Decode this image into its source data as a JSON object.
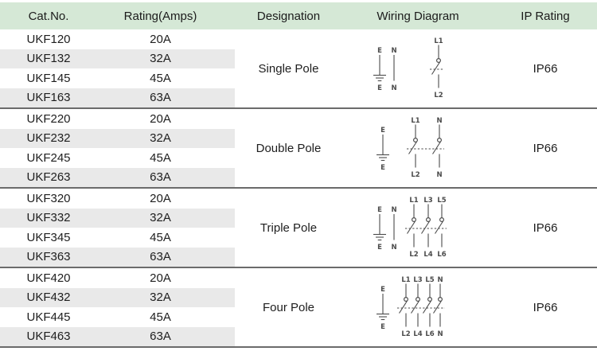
{
  "colors": {
    "header_bg": "#d5e8d6",
    "stripe": "#e9e9e9",
    "divider": "#6b6b6b",
    "text": "#1e1e1e",
    "diagram_stroke": "#4a4a4a"
  },
  "table": {
    "headers": {
      "cat": "Cat.No.",
      "rating": "Rating(Amps)",
      "designation": "Designation",
      "wiring": "Wiring Diagram",
      "ip": "IP Rating"
    },
    "groups": [
      {
        "designation": "Single Pole",
        "ip": "IP66",
        "rows": [
          {
            "cat": "UKF120",
            "rating": "20A"
          },
          {
            "cat": "UKF132",
            "rating": "32A"
          },
          {
            "cat": "UKF145",
            "rating": "45A"
          },
          {
            "cat": "UKF163",
            "rating": "63A"
          }
        ],
        "wiring": {
          "earth": {
            "top": "E",
            "bottom": "E"
          },
          "neutral": {
            "present": true,
            "top": "N",
            "bottom": "N"
          },
          "switches": [
            {
              "top": "L1",
              "bottom": "L2"
            }
          ]
        }
      },
      {
        "designation": "Double Pole",
        "ip": "IP66",
        "rows": [
          {
            "cat": "UKF220",
            "rating": "20A"
          },
          {
            "cat": "UKF232",
            "rating": "32A"
          },
          {
            "cat": "UKF245",
            "rating": "45A"
          },
          {
            "cat": "UKF263",
            "rating": "63A"
          }
        ],
        "wiring": {
          "earth": {
            "top": "E",
            "bottom": "E"
          },
          "neutral": {
            "present": false,
            "top": "",
            "bottom": ""
          },
          "switches": [
            {
              "top": "L1",
              "bottom": "L2"
            },
            {
              "top": "N",
              "bottom": "N"
            }
          ]
        }
      },
      {
        "designation": "Triple Pole",
        "ip": "IP66",
        "rows": [
          {
            "cat": "UKF320",
            "rating": "20A"
          },
          {
            "cat": "UKF332",
            "rating": "32A"
          },
          {
            "cat": "UKF345",
            "rating": "45A"
          },
          {
            "cat": "UKF363",
            "rating": "63A"
          }
        ],
        "wiring": {
          "earth": {
            "top": "E",
            "bottom": "E"
          },
          "neutral": {
            "present": true,
            "top": "N",
            "bottom": "N"
          },
          "switches": [
            {
              "top": "L1",
              "bottom": "L2"
            },
            {
              "top": "L3",
              "bottom": "L4"
            },
            {
              "top": "L5",
              "bottom": "L6"
            }
          ]
        }
      },
      {
        "designation": "Four Pole",
        "ip": "IP66",
        "rows": [
          {
            "cat": "UKF420",
            "rating": "20A"
          },
          {
            "cat": "UKF432",
            "rating": "32A"
          },
          {
            "cat": "UKF445",
            "rating": "45A"
          },
          {
            "cat": "UKF463",
            "rating": "63A"
          }
        ],
        "wiring": {
          "earth": {
            "top": "E",
            "bottom": "E"
          },
          "neutral": {
            "present": false,
            "top": "",
            "bottom": ""
          },
          "switches": [
            {
              "top": "L1",
              "bottom": "L2"
            },
            {
              "top": "L3",
              "bottom": "L4"
            },
            {
              "top": "L5",
              "bottom": "L6"
            },
            {
              "top": "N",
              "bottom": "N"
            }
          ]
        }
      }
    ]
  }
}
